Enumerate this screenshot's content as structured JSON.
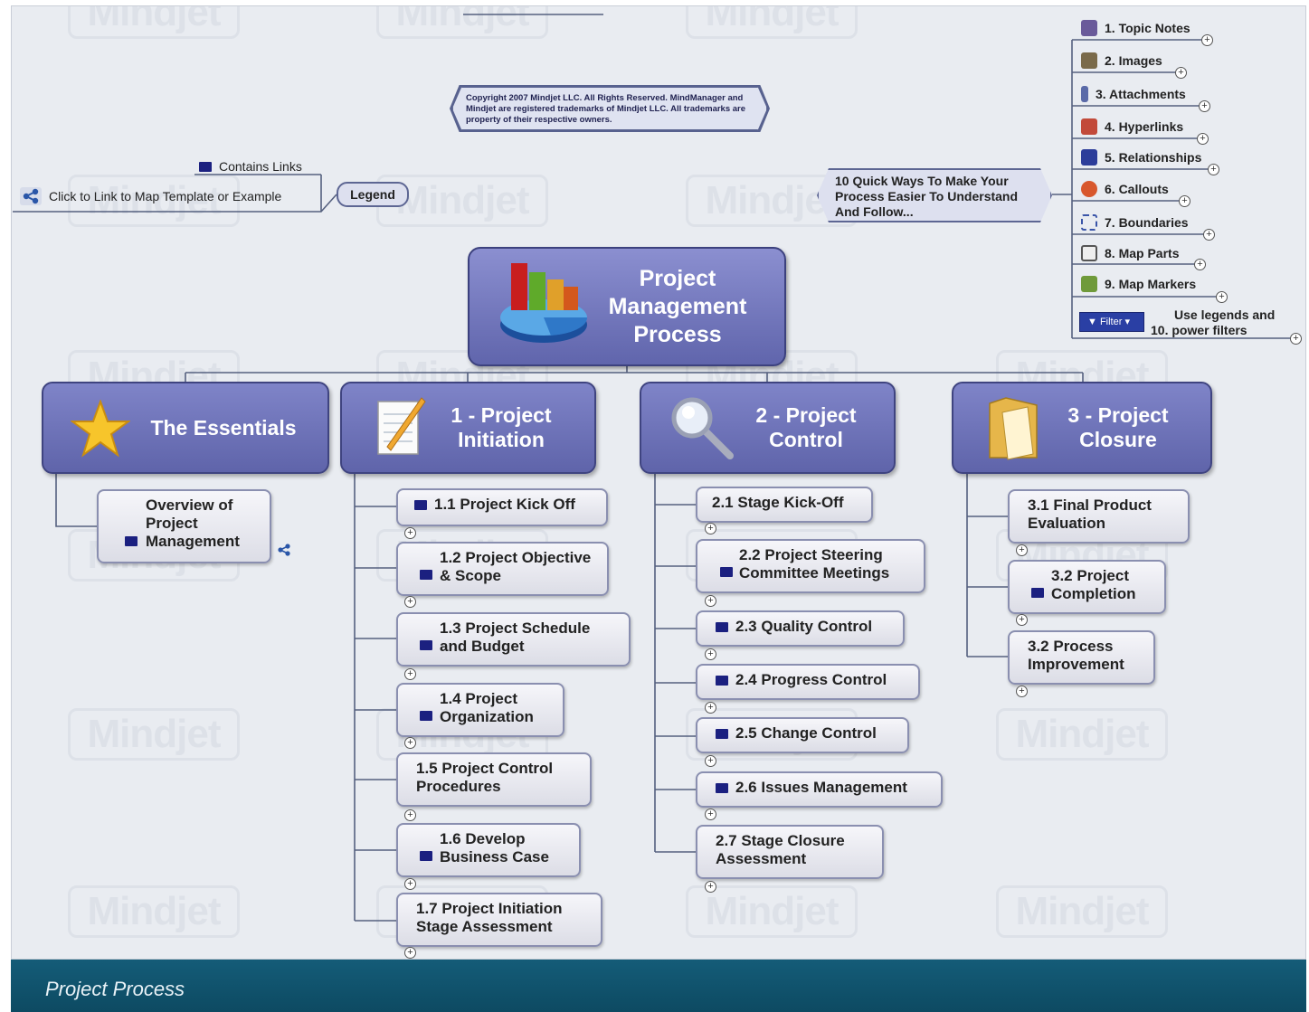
{
  "watermark_text": "Mindjet",
  "copyright": "Copyright 2007 Mindjet LLC.  All Rights Reserved. MindManager and Mindjet are registered trademarks of Mindjet LLC. All trademarks are property of their respective owners.",
  "legend": {
    "contains_links": "Contains Links",
    "click_to_link": "Click to Link to Map Template or Example",
    "label": "Legend"
  },
  "quick_ways": {
    "title": "10 Quick Ways To Make Your Process Easier To Understand And Follow...",
    "items": [
      "1. Topic Notes",
      "2. Images",
      "3. Attachments",
      "4. Hyperlinks",
      "5. Relationships",
      "6. Callouts",
      "7. Boundaries",
      "8. Map Parts",
      "9. Map Markers"
    ],
    "item10_text": "Use legends and",
    "item10_label": "10. power filters",
    "filter_button": "Filter"
  },
  "central_topic": "Project Management Process",
  "branches": [
    {
      "title": "The Essentials",
      "icon": "star-icon",
      "children": [
        "Overview of Project Management"
      ]
    },
    {
      "title": "1 - Project Initiation",
      "icon": "notepad-icon",
      "children": [
        "1.1 Project Kick Off",
        "1.2 Project Objective & Scope",
        "1.3 Project Schedule and Budget",
        "1.4 Project Organization",
        "1.5 Project Control Procedures",
        "1.6 Develop Business Case",
        "1.7 Project Initiation Stage Assessment"
      ]
    },
    {
      "title": "2 - Project Control",
      "icon": "magnifier-icon",
      "children": [
        "2.1 Stage Kick-Off",
        "2.2 Project Steering Committee Meetings",
        "2.3 Quality Control",
        "2.4 Progress Control",
        "2.5 Change Control",
        "2.6 Issues Management",
        "2.7 Stage Closure Assessment"
      ]
    },
    {
      "title": "3 - Project Closure",
      "icon": "folder-icon",
      "children": [
        "3.1 Final Product Evaluation",
        "3.2 Project Completion",
        "3.2 Process Improvement"
      ]
    }
  ],
  "footer": "Project Process",
  "colors": {
    "topic_fill": "#6f74bb",
    "topic_border": "#3f4480",
    "footer": "#0f5069",
    "flag": "#1b2080"
  }
}
